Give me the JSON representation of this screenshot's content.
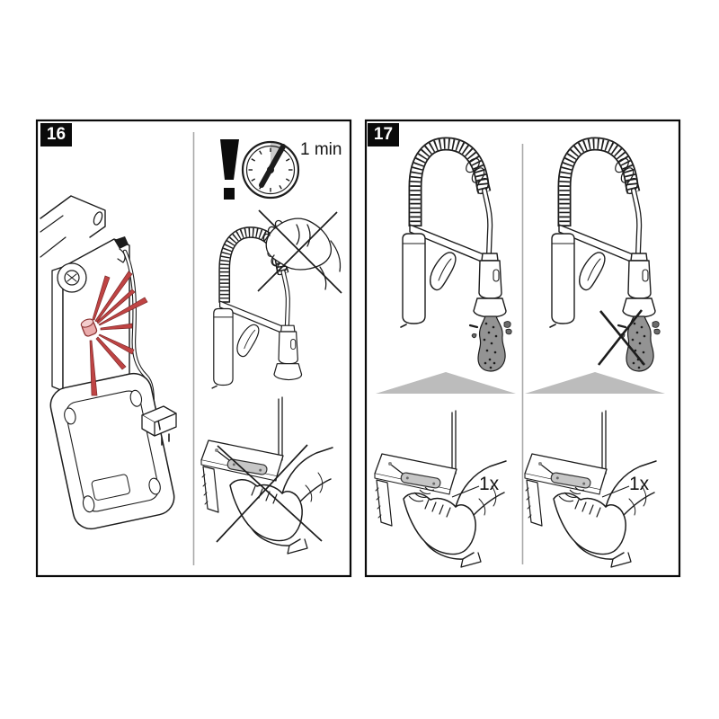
{
  "document": {
    "type": "faucet-installation-manual-steps",
    "background": "#ffffff"
  },
  "step16": {
    "badge": "16",
    "left": {
      "illustration": "control-unit-with-flashing-red-led",
      "led_ray_color": "#bf4444",
      "led_body_color": "#eaabab"
    },
    "right": {
      "exclamation_icon": "!",
      "clock": {
        "duration_label": "1 min",
        "wedge_color": "#cbcbcb"
      },
      "no_touch_faucet_icon": "crossed-out-hand-touching-faucet",
      "no_press_pedal_icon": "crossed-out-foot-at-plinth-sensor"
    }
  },
  "step17": {
    "badge": "17",
    "left_column": {
      "water_state_icon": "water-flowing",
      "arrow_icon": "up-triangle",
      "press_count_label": "1x"
    },
    "right_column": {
      "water_state_icon": "water-stopped-crossed-out",
      "arrow_icon": "up-triangle",
      "press_count_label": "1x"
    }
  },
  "colors": {
    "line_art": "#1c1c1c",
    "panel_border": "#0a0a0a",
    "divider_gray": "#a9a9a9",
    "water_gray": "#939393",
    "sensor_gray": "#c6c6c6",
    "triangle_gray": "#bcbcbc",
    "clock_wedge_gray": "#cbcbcb",
    "led_ray_red": "#bf4444",
    "led_pink": "#eaabab"
  }
}
